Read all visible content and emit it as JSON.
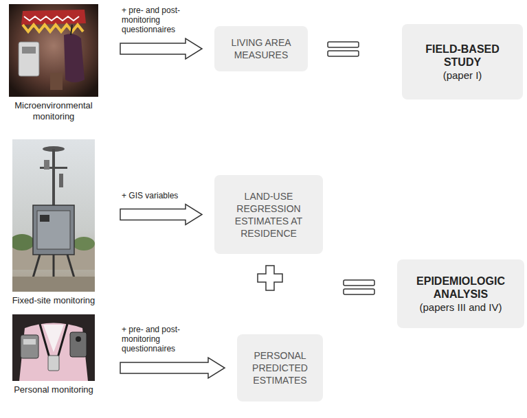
{
  "diagram": {
    "nodes": [
      {
        "text": [
          "Microenvironmental monitoring"
        ]
      },
      {
        "text": [
          "LIVING AREA MEASURES"
        ]
      },
      {
        "text": [
          "FIELD-BASED STUDY",
          "(paper I)"
        ]
      },
      {
        "text": [
          "Fixed-site monitoring"
        ]
      },
      {
        "text": [
          "LAND-USE REGRESSION ESTIMATES AT RESIDENCE"
        ]
      },
      {
        "text": [
          "EPIDEMIOLOGIC ANALYSIS",
          "(papers III and IV)"
        ]
      },
      {
        "text": [
          "Personal monitoring"
        ]
      },
      {
        "text": [
          "PERSONAL PREDICTED ESTIMATES"
        ]
      }
    ],
    "edges": [
      {
        "from": 0,
        "to": 1,
        "arrow": "to",
        "label": "+ pre- and post-monitoring questionnaires"
      },
      {
        "from": 3,
        "to": 4,
        "arrow": "to",
        "label": "+ GIS variables"
      },
      {
        "from": 6,
        "to": 7,
        "arrow": "to",
        "label": "+ pre- and post-monitoring questionnaires"
      }
    ]
  }
}
